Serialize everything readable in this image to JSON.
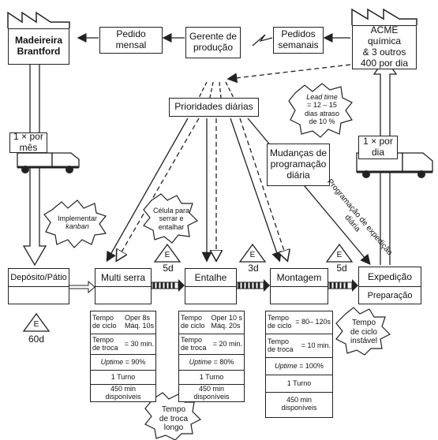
{
  "supplier": {
    "line1": "Madeireira",
    "line2": "Brantford"
  },
  "customer": {
    "line1": "ACME química",
    "line2": "& 3 outros",
    "line3": "400 por dia"
  },
  "info": {
    "monthly_order": {
      "line1": "Pedido",
      "line2": "mensal"
    },
    "production_manager": {
      "line1": "Gerente de",
      "line2": "produção"
    },
    "weekly_orders": {
      "line1": "Pedidos",
      "line2": "semanais"
    },
    "daily_priorities": "Prioridades diárias",
    "daily_schedule_changes": {
      "line1": "Mudanças de",
      "line2": "programação",
      "line3": "diária"
    },
    "shipping_schedule": "Programação de expedição diária"
  },
  "lead_time_burst": {
    "line1": "Lead time",
    "line2": "= 12 – 15",
    "line3": "dias atraso",
    "line4": "de 10 %"
  },
  "kaizen": {
    "kanban": {
      "line1": "Implementar",
      "line2": "kanban"
    },
    "cell": {
      "line1": "Célula para",
      "line2": "serrar e",
      "line3": "entalhar"
    },
    "changeover": {
      "line1": "Tempo",
      "line2": "de troca",
      "line3": "longo"
    },
    "cycle": {
      "line1": "Tempo",
      "line2": "de ciclo",
      "line3": "instável"
    }
  },
  "trucks": {
    "inbound": {
      "line1": "1 × por",
      "line2": "mês"
    },
    "outbound": {
      "line1": "1 × por",
      "line2": "dia"
    }
  },
  "inventory": {
    "storage": {
      "letter": "E",
      "days": "60d"
    },
    "after_saw": {
      "letter": "E",
      "days": "5d"
    },
    "after_carve": {
      "letter": "E",
      "days": "3d"
    },
    "after_assembly": {
      "letter": "E",
      "days": "5d"
    }
  },
  "processes": {
    "deposit": "Depósito/Pátio",
    "saw": "Multi serra",
    "carve": "Entalhe",
    "assembly": "Montagem",
    "shipping": "Expedição",
    "preparation": "Preparação"
  },
  "data_boxes": {
    "saw": {
      "cycle_left": "Tempo\nde ciclo",
      "cycle_right": "Oper 8s\nMáq. 10s",
      "changeover_label": "Tempo\nde troca",
      "changeover_value": "= 30 min.",
      "uptime_label": "Uptime",
      "uptime_value": "= 90%",
      "shifts": "1 Turno",
      "available": "450 min\ndisponíveis"
    },
    "carve": {
      "cycle_left": "Tempo\nde ciclo",
      "cycle_right": "Oper 10 s\nMáq. 20s",
      "changeover_label": "Tempo\nde troca",
      "changeover_value": "= 20 min.",
      "uptime_label": "Uptime",
      "uptime_value": "= 80%",
      "shifts": "1 Turno",
      "available": "450 min\ndisponíveis"
    },
    "assembly": {
      "cycle_left": "Tempo\nde ciclo",
      "cycle_right": "= 80– 120s",
      "changeover_label": "Tempo\nde troca",
      "changeover_value": "= 10 min.",
      "uptime_label": "Uptime",
      "uptime_value": "= 100%",
      "shifts": "1 Turno",
      "available": "450 min\ndisponíveis"
    }
  }
}
